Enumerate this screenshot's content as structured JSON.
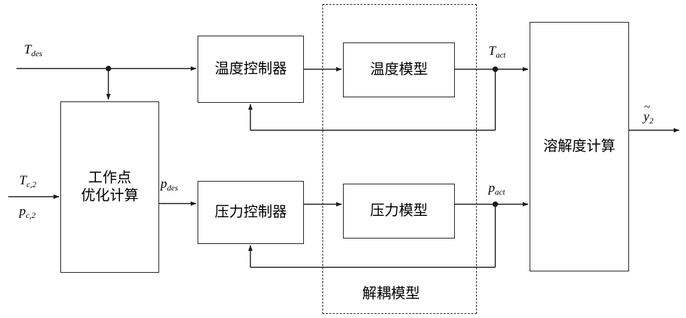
{
  "diagram": {
    "title": "control-block-diagram",
    "blocks": [
      {
        "id": "workpoint",
        "line1": "工作点",
        "line2": "优化计算"
      },
      {
        "id": "temp-controller",
        "line1": "温度控制器"
      },
      {
        "id": "temp-model",
        "line1": "温度模型"
      },
      {
        "id": "pressure-controller",
        "line1": "压力控制器"
      },
      {
        "id": "pressure-model",
        "line1": "压力模型"
      },
      {
        "id": "solubility",
        "line1": "溶解度计算"
      }
    ],
    "group": {
      "label": "解耦模型"
    },
    "signals": {
      "t_des": {
        "base": "T",
        "sub": "des"
      },
      "tc2": {
        "base": "T",
        "sub": "c,2"
      },
      "pc2": {
        "base": "p",
        "sub": "c,2"
      },
      "p_des": {
        "base": "p",
        "sub": "des"
      },
      "t_act": {
        "base": "T",
        "sub": "act"
      },
      "p_act": {
        "base": "p",
        "sub": "act"
      },
      "y_out": {
        "base": "y",
        "sub": "2"
      }
    },
    "colors": {
      "line": "#1a1a1a",
      "background": "#ffffff",
      "text": "#000000"
    }
  }
}
